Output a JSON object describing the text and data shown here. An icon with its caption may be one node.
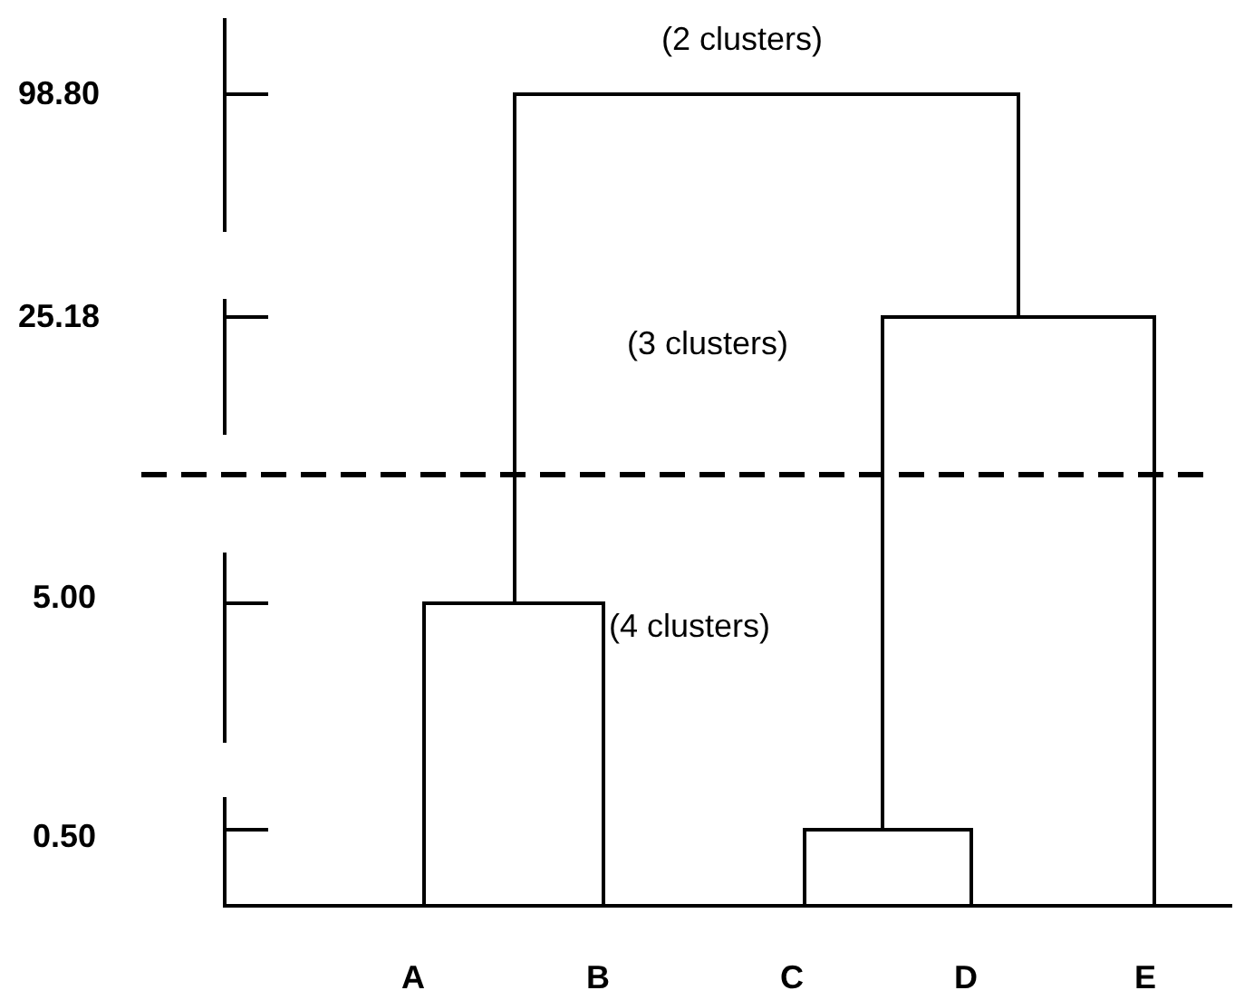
{
  "diagram": {
    "labels": [
      "98.80",
      "(2 clusters)",
      "25.18",
      "(3 clusters)",
      "5.00",
      "(4 clusters)",
      "0.50",
      "A",
      "B",
      "C",
      "D",
      "E"
    ]
  }
}
